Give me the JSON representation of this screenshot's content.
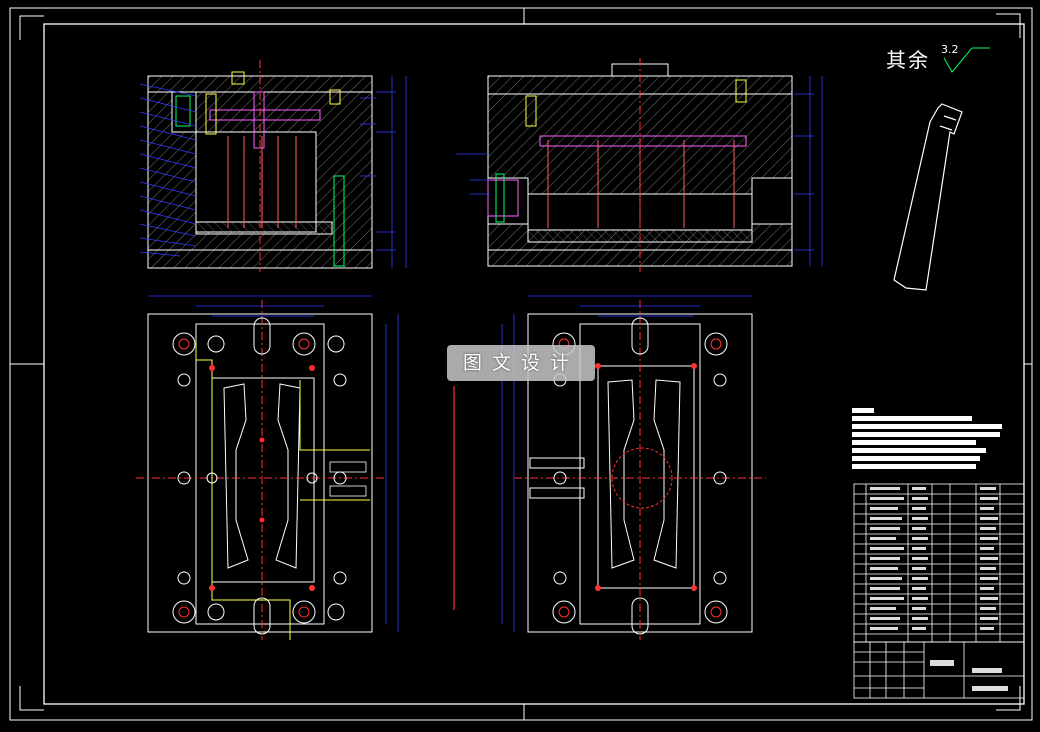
{
  "drawing": {
    "surface_roughness_label": "其余",
    "surface_roughness_value": "3.2",
    "watermark_text": "图文设计"
  },
  "colors": {
    "background": "#000000",
    "frame": "#ffffff",
    "outline": "#ffffff",
    "centerline": "#ff3030",
    "hidden": "#ffff40",
    "dimension": "#2e3cff",
    "part": "#ff60ff",
    "section": "#00c8ff",
    "accent": "#00ff60"
  }
}
